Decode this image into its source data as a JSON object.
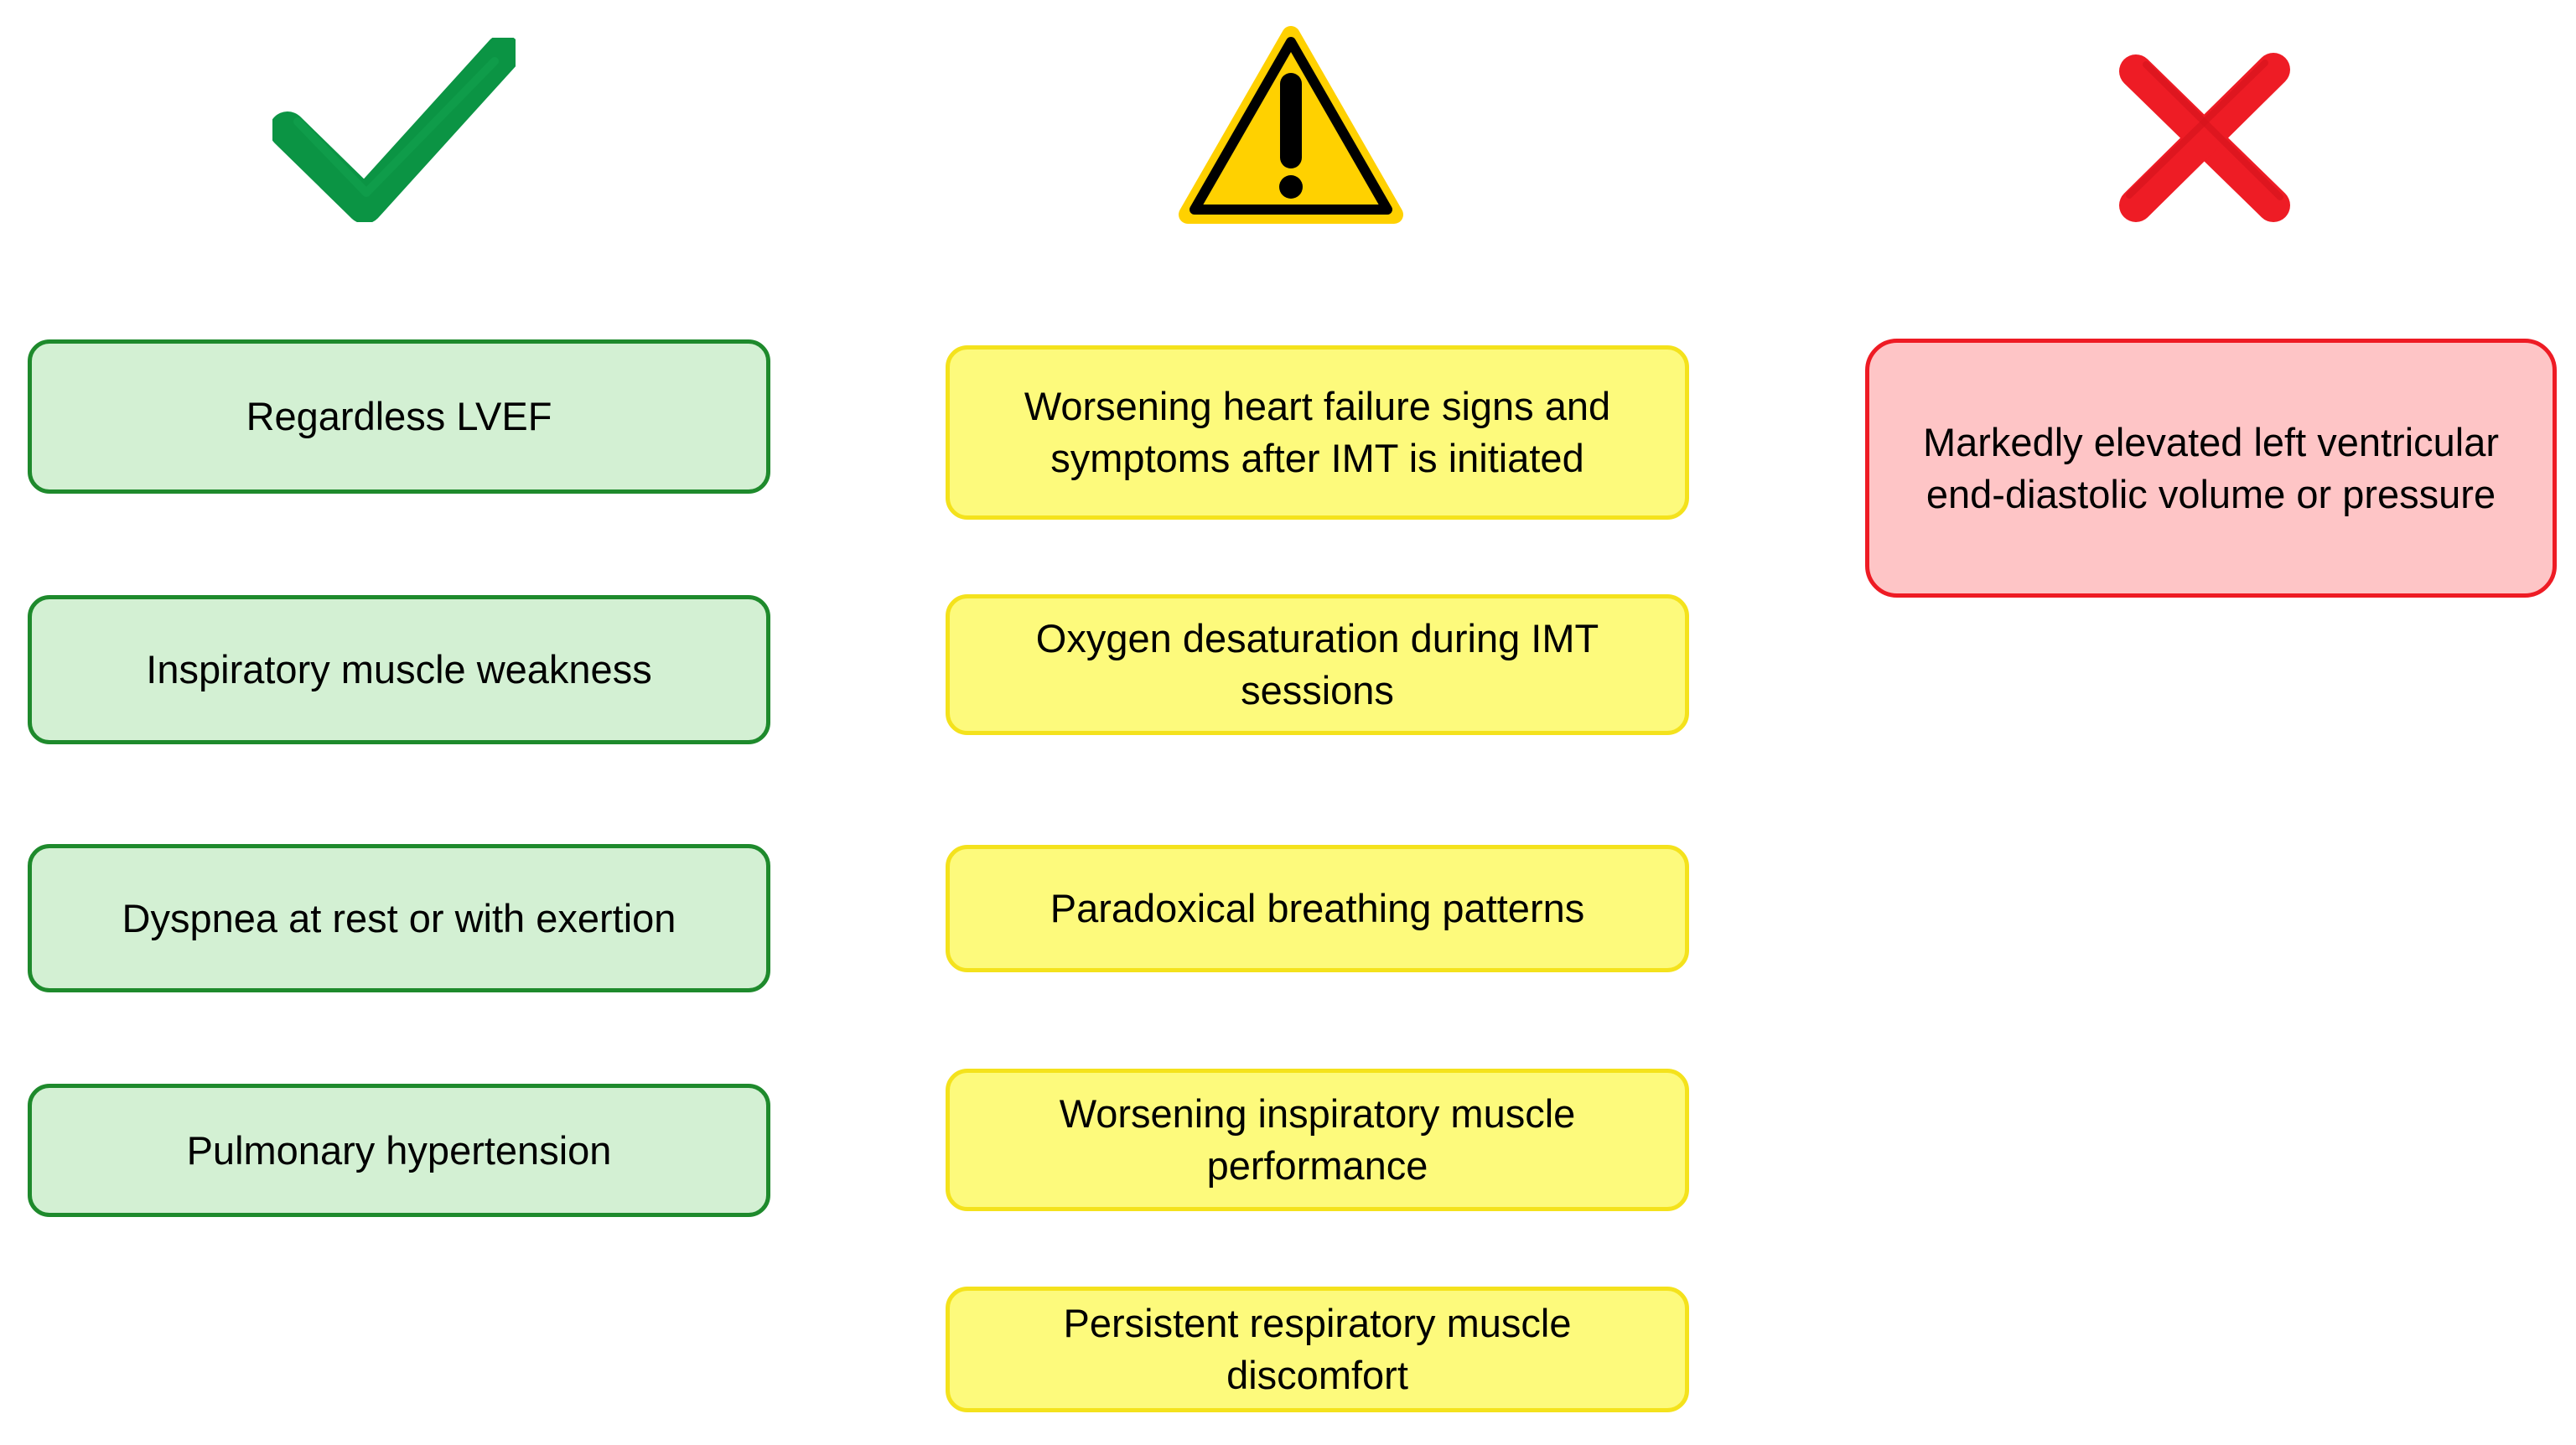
{
  "icons": {
    "check": "green-checkmark-icon",
    "warning": "yellow-warning-triangle-icon",
    "cross": "red-x-icon"
  },
  "colors": {
    "green_fill": "#d3f0d3",
    "green_border": "#1e8a2c",
    "yellow_fill": "#fdfa7c",
    "yellow_border": "#f4e21c",
    "red_fill": "#fec5c6",
    "red_border": "#ee1b24",
    "check": "#0b9444",
    "warning_fill": "#ffd100",
    "cross": "#ee1c25"
  },
  "indications": [
    "Regardless LVEF",
    "Inspiratory muscle weakness",
    "Dyspnea at rest or with exertion",
    "Pulmonary hypertension"
  ],
  "cautions": [
    [
      "Worsening heart failure signs and",
      "symptoms after IMT is initiated"
    ],
    [
      "Oxygen desaturation during IMT",
      "sessions"
    ],
    [
      "Paradoxical breathing patterns"
    ],
    [
      "Worsening inspiratory muscle",
      "performance"
    ],
    [
      "Persistent respiratory muscle",
      "discomfort"
    ]
  ],
  "contraindications": [
    [
      "Markedly elevated left ventricular",
      "end-diastolic volume or pressure"
    ]
  ]
}
